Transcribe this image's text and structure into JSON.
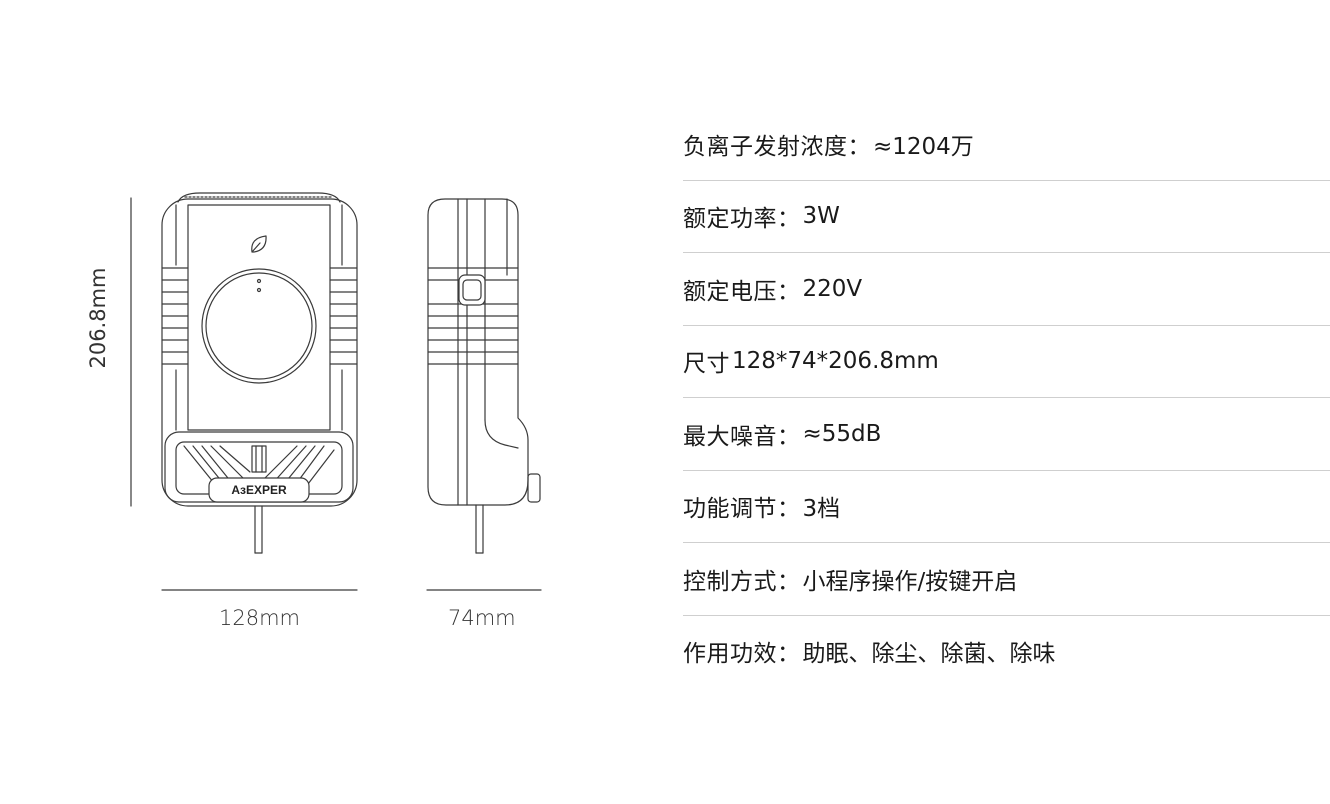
{
  "dimensions": {
    "height": "206.8mm",
    "width": "128mm",
    "depth": "74mm"
  },
  "device": {
    "brand_logo_text": "AɜEXPER"
  },
  "specs": [
    {
      "label": "负离子发射浓度：",
      "value": " ≈1204万"
    },
    {
      "label": "额定功率：",
      "value": "3W"
    },
    {
      "label": "额定电压：",
      "value": "220V"
    },
    {
      "label": "尺寸 ",
      "value": "128*74*206.8mm"
    },
    {
      "label": "最大噪音：",
      "value": "≈55dB"
    },
    {
      "label": "功能调节：",
      "value": "3档"
    },
    {
      "label": "控制方式：",
      "value": "小程序操作/按键开启"
    },
    {
      "label": "作用功效：",
      "value": "助眠、除尘、除菌、除味"
    }
  ],
  "colors": {
    "line": "#3a3a3a",
    "divider": "#cfcfcf",
    "text": "#1a1a1a"
  }
}
